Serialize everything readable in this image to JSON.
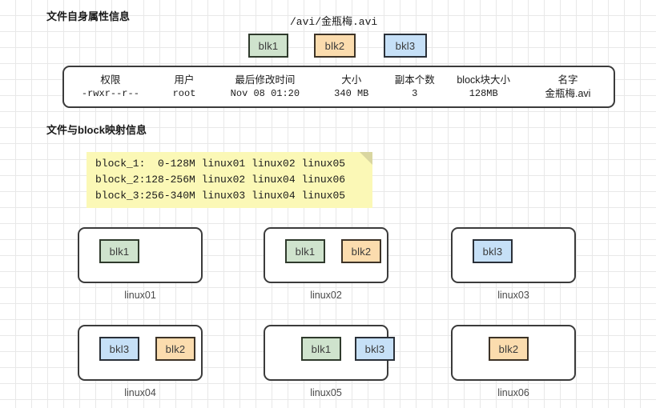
{
  "sections": {
    "attributes_heading": "文件自身属性信息",
    "mapping_heading": "文件与block映射信息"
  },
  "file_path": "/avi/金瓶梅.avi",
  "legend_blocks": [
    {
      "label": "blk1",
      "color": "#cfe3cd",
      "name": "green"
    },
    {
      "label": "blk2",
      "color": "#fbdcae",
      "name": "orange"
    },
    {
      "label": "bkl3",
      "color": "#c6e0f7",
      "name": "blue"
    }
  ],
  "attribute_table": {
    "columns": [
      {
        "header": "权限",
        "value": "-rwxr--r--"
      },
      {
        "header": "用户",
        "value": "root"
      },
      {
        "header": "最后修改时间",
        "value": "Nov 08 01:20"
      },
      {
        "header": "大小",
        "value": "340 MB"
      },
      {
        "header": "副本个数",
        "value": "3"
      },
      {
        "header": "block块大小",
        "value": "128MB"
      },
      {
        "header": "名字",
        "value": "金瓶梅.avi"
      }
    ]
  },
  "mapping_note": {
    "background": "#fbf8b6",
    "lines": [
      "block_1:  0-128M linux01 linux02 linux05",
      "block_2:128-256M linux02 linux04 linux06",
      "block_3:256-340M linux03 linux04 linux05"
    ]
  },
  "nodes": [
    {
      "label": "linux01",
      "blocks": [
        {
          "label": "blk1",
          "color": "green"
        }
      ]
    },
    {
      "label": "linux02",
      "blocks": [
        {
          "label": "blk1",
          "color": "green"
        },
        {
          "label": "blk2",
          "color": "orange"
        }
      ]
    },
    {
      "label": "linux03",
      "blocks": [
        {
          "label": "bkl3",
          "color": "blue"
        }
      ]
    },
    {
      "label": "linux04",
      "blocks": [
        {
          "label": "bkl3",
          "color": "blue"
        },
        {
          "label": "blk2",
          "color": "orange"
        }
      ]
    },
    {
      "label": "linux05",
      "blocks": [
        {
          "label": "blk1",
          "color": "green"
        },
        {
          "label": "bkl3",
          "color": "blue"
        }
      ]
    },
    {
      "label": "linux06",
      "blocks": [
        {
          "label": "blk2",
          "color": "orange"
        }
      ]
    }
  ]
}
